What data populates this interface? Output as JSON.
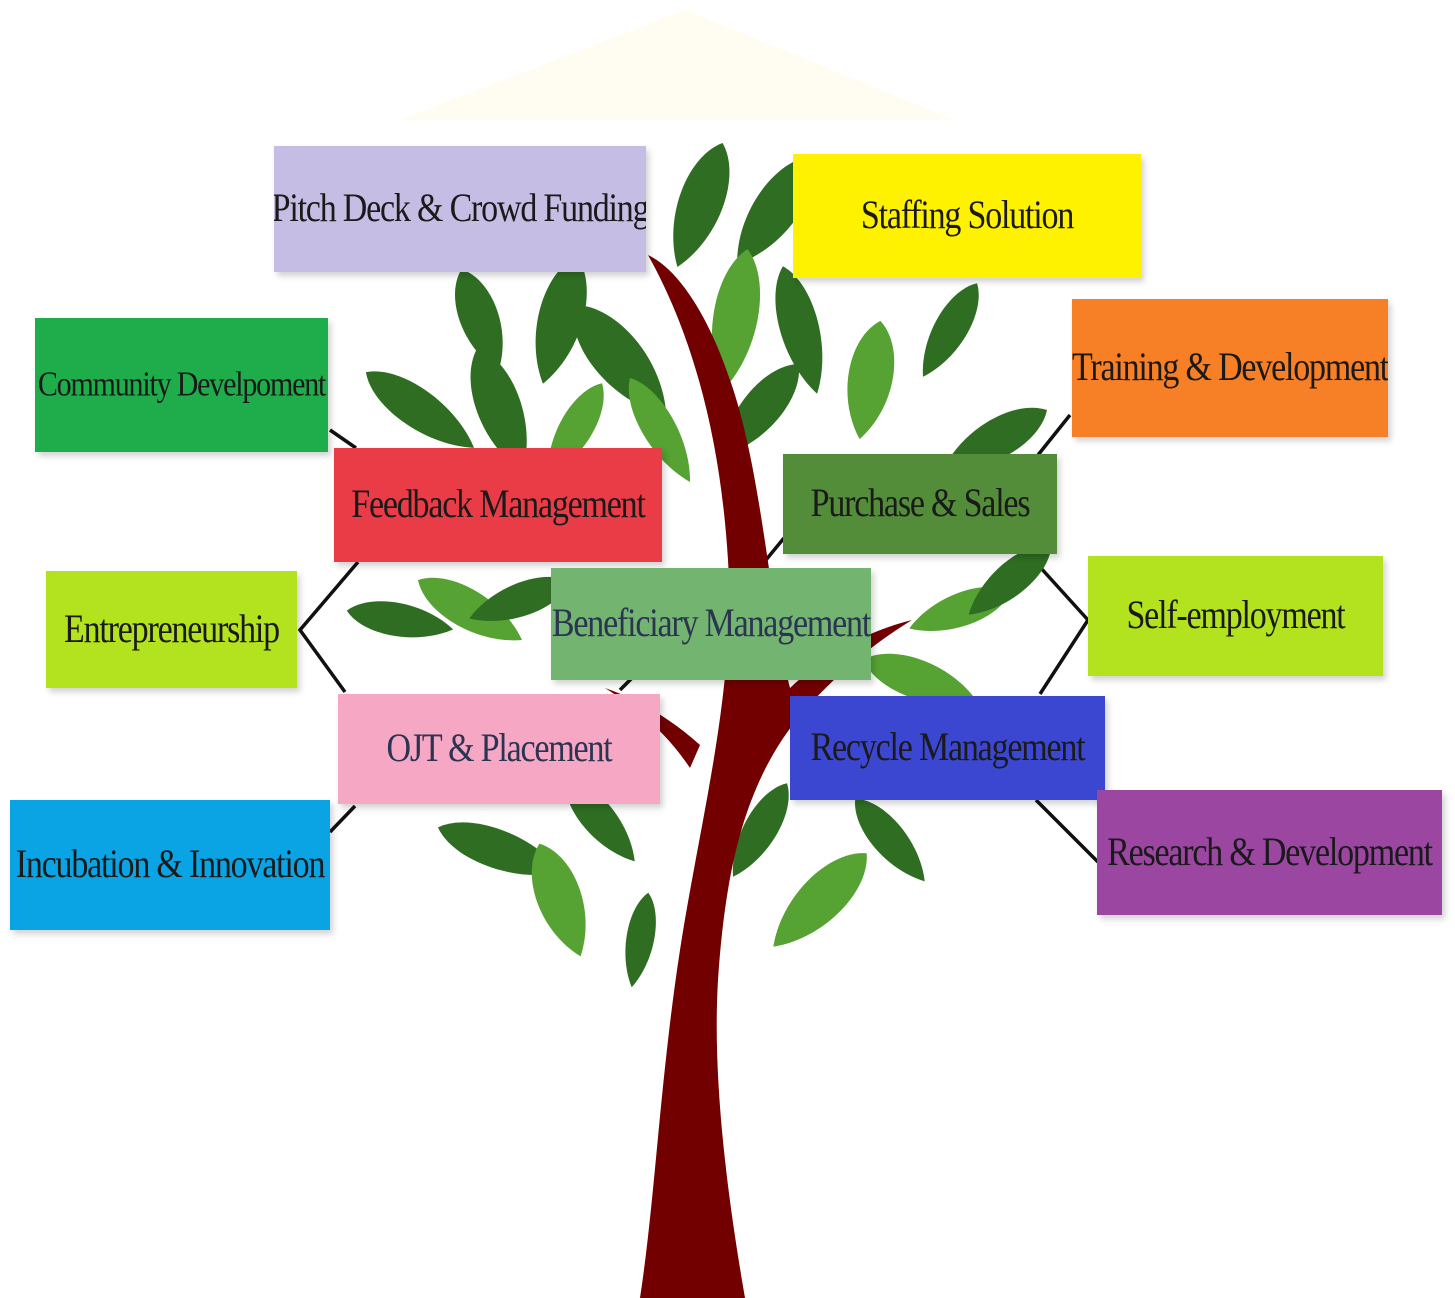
{
  "diagram": {
    "center": {
      "label": "Beneficiary Management",
      "color": "#73b471"
    },
    "nodes": [
      {
        "id": "pitch",
        "label": "Pitch Deck & Crowd Funding",
        "color": "#c5bde3"
      },
      {
        "id": "staffing",
        "label": "Staffing Solution",
        "color": "#fff200"
      },
      {
        "id": "community",
        "label": "Community Develpoment",
        "color": "#1fac4b"
      },
      {
        "id": "training",
        "label": "Training & Development",
        "color": "#f77f25"
      },
      {
        "id": "feedback",
        "label": "Feedback Management",
        "color": "#ea3c46"
      },
      {
        "id": "purchase",
        "label": "Purchase & Sales",
        "color": "#548d3a"
      },
      {
        "id": "entrepreneurship",
        "label": "Entrepreneurship",
        "color": "#b3e21f"
      },
      {
        "id": "selfemp",
        "label": "Self-employment",
        "color": "#b3e21f"
      },
      {
        "id": "ojt",
        "label": "OJT & Placement",
        "color": "#f6a7c4"
      },
      {
        "id": "recycle",
        "label": "Recycle Management",
        "color": "#3c47d1"
      },
      {
        "id": "incubation",
        "label": "Incubation & Innovation",
        "color": "#0aa4e4"
      },
      {
        "id": "research",
        "label": "Research & Development",
        "color": "#9b46a1"
      }
    ]
  },
  "colors": {
    "trunk": "#720000",
    "leaf_dark": "#2f6e22",
    "leaf_light": "#56a232",
    "connector": "#111111",
    "roof": "#fffdf2"
  }
}
